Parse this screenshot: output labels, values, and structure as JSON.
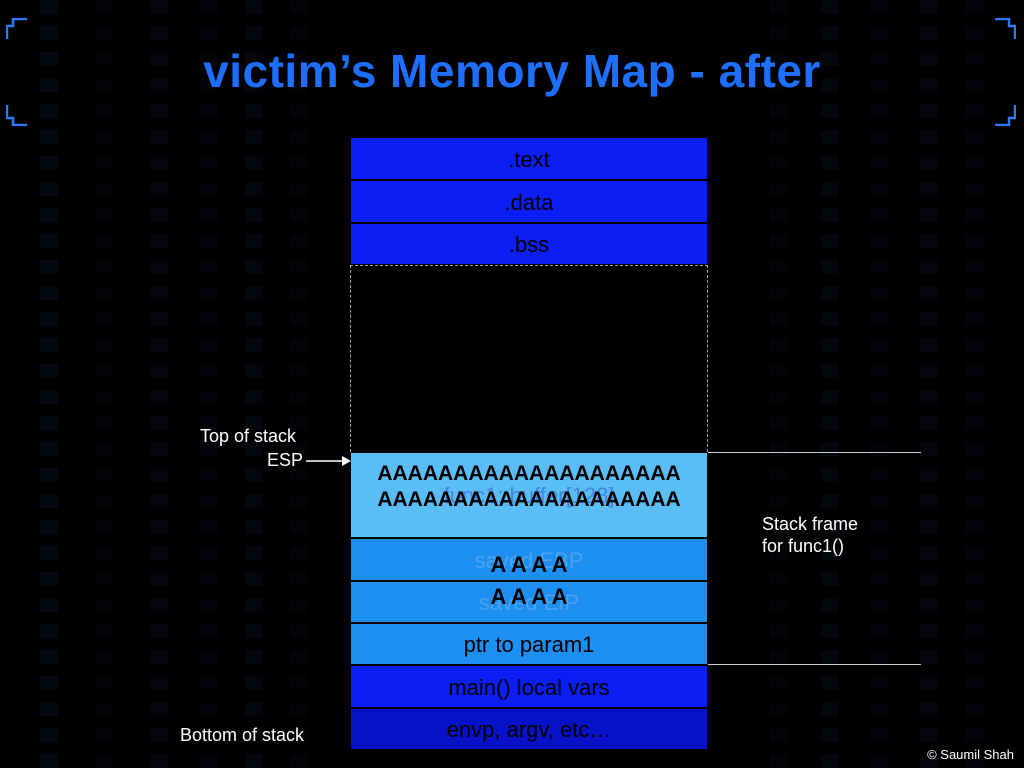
{
  "slide": {
    "title": "victim’s Memory Map - after",
    "copyright": "© Saumil Shah"
  },
  "memory_map": {
    "sections": [
      ".text",
      ".data",
      ".bss"
    ],
    "buffer": {
      "label": "func1::buffer[128]",
      "overflow_line1": "AAAAAAAAAAAAAAAAAAAA",
      "overflow_line2": "AAAAAAAAAAAAAAAAAAAA"
    },
    "saved_ebp": {
      "label": "saved EBP",
      "overwrite": "A A A A"
    },
    "saved_eip": {
      "label": "saved EIP",
      "overwrite": "A A A A"
    },
    "param": "ptr to param1",
    "main_locals": "main() local vars",
    "env": "envp, argv, etc…"
  },
  "annotations": {
    "top_of_stack": "Top of stack",
    "esp": "ESP",
    "stack_frame_line1": "Stack frame",
    "stack_frame_line2": "for func1()",
    "bottom_of_stack": "Bottom of stack"
  }
}
